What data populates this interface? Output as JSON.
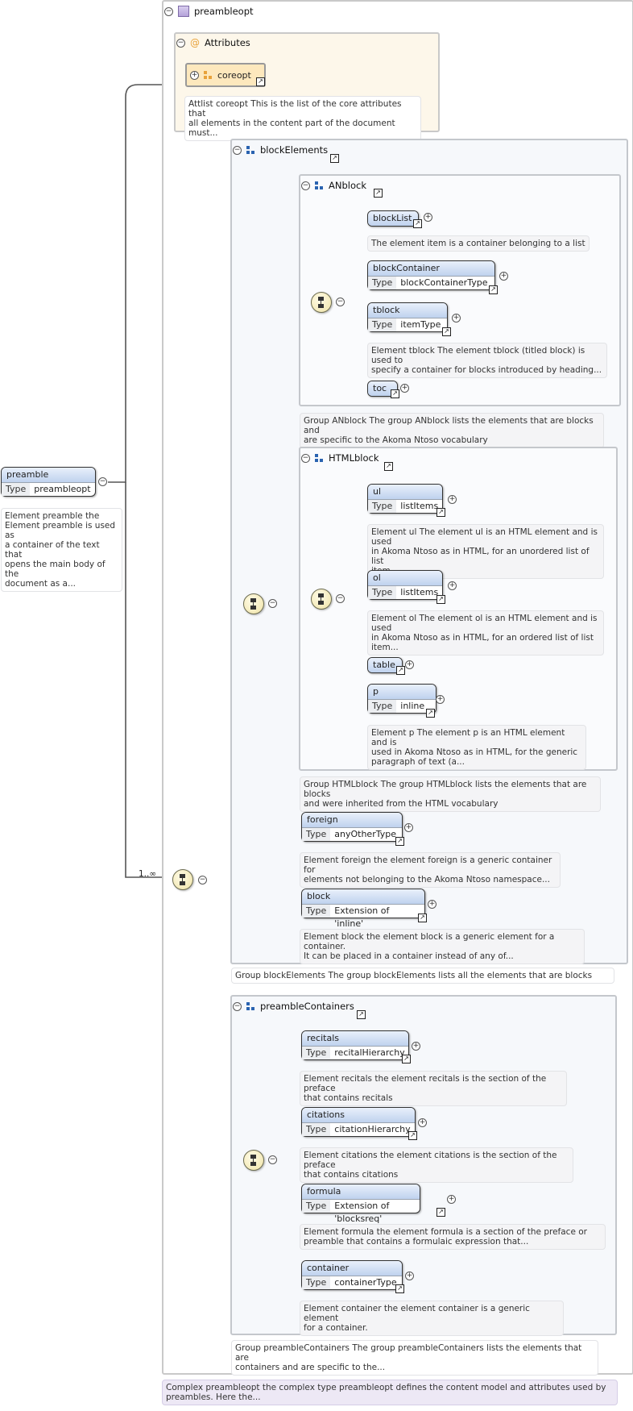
{
  "root": {
    "name": "preamble",
    "type_key": "Type",
    "type_value": "preambleopt",
    "note": "Element preamble the\nElement preamble is used as\na container of the text that\nopens the main body of the\ndocument as a...",
    "occurrence": "1..∞"
  },
  "complex": {
    "title": "preambleopt",
    "note": "Complex preambleopt the complex type preambleopt defines the content model and attributes used by\npreambles. Here the..."
  },
  "attributes": {
    "title": "Attributes",
    "coreopt": "coreopt",
    "note": "Attlist coreopt This is the list of the core attributes that\nall elements in the content part of the document must..."
  },
  "blockElements": {
    "title": "blockElements",
    "note": "Group blockElements The group blockElements lists all the elements that are blocks",
    "ANblock": {
      "title": "ANblock",
      "note": "Group ANblock The group ANblock lists the elements that are blocks and\nare specific to the Akoma Ntoso vocabulary",
      "items": {
        "blockList": {
          "name": "blockList",
          "note": "The element item is a container belonging to a list"
        },
        "blockContainer": {
          "name": "blockContainer",
          "type": "blockContainerType"
        },
        "tblock": {
          "name": "tblock",
          "type": "itemType",
          "note": "Element tblock The element tblock (titled block) is used to\nspecify a container for blocks introduced by heading..."
        },
        "toc": {
          "name": "toc"
        }
      }
    },
    "HTMLblock": {
      "title": "HTMLblock",
      "note": "Group HTMLblock The group HTMLblock lists the elements that are blocks\nand were inherited from the HTML vocabulary",
      "items": {
        "ul": {
          "name": "ul",
          "type": "listItems",
          "note": "Element ul The element ul is an HTML element and is used\nin Akoma Ntoso as in HTML, for an unordered list of list\nitem..."
        },
        "ol": {
          "name": "ol",
          "type": "listItems",
          "note": "Element ol The element ol is an HTML element and is used\nin Akoma Ntoso as in HTML, for an ordered list of list\nitem..."
        },
        "table": {
          "name": "table"
        },
        "p": {
          "name": "p",
          "type": "inline",
          "note": "Element p The element p is an HTML element and is\nused in Akoma Ntoso as in HTML, for the generic\nparagraph of text (a..."
        }
      }
    },
    "foreign": {
      "name": "foreign",
      "type": "anyOtherType",
      "note": "Element foreign the element foreign is a generic container for\nelements not belonging to the Akoma Ntoso namespace..."
    },
    "block": {
      "name": "block",
      "type": "Extension of 'inline'",
      "note": "Element block the element block is a generic element for a container.\nIt can be placed in a container instead of any of..."
    }
  },
  "preambleContainers": {
    "title": "preambleContainers",
    "note": "Group preambleContainers The group preambleContainers lists the elements that are\ncontainers and are specific to the...",
    "recitals": {
      "name": "recitals",
      "type": "recitalHierarchy",
      "note": "Element recitals the element recitals is the section of the preface\nthat contains recitals"
    },
    "citations": {
      "name": "citations",
      "type": "citationHierarchy",
      "note": "Element citations the element citations is the section of the preface\nthat contains citations"
    },
    "formula": {
      "name": "formula",
      "type": "Extension of 'blocksreq'",
      "note": "Element formula the element formula is a section of the preface or\npreamble that contains a formulaic expression that..."
    },
    "container": {
      "name": "container",
      "type": "containerType",
      "note": "Element container the element container is a generic element\nfor a container."
    }
  },
  "labels": {
    "type": "Type",
    "collapse": "−",
    "expand": "+",
    "ref": "↗"
  }
}
